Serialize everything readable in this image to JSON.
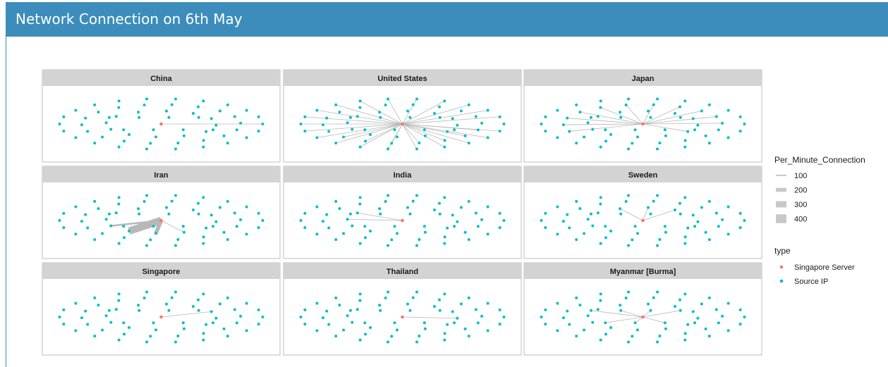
{
  "header": {
    "title": "Network Connection on 6th May"
  },
  "colors": {
    "header_bg": "#3c8dbc",
    "server": "#f8766d",
    "source": "#00bfc4",
    "edge": "#b8b8b8",
    "strip": "#d3d3d3",
    "panel_border": "#bdbdbd"
  },
  "chart_data": {
    "type": "network-facets",
    "facets": [
      "China",
      "United States",
      "Japan",
      "Iran",
      "India",
      "Sweden",
      "Singapore",
      "Thailand",
      "Myanmar [Burma]"
    ],
    "facet_edge_counts": [
      1,
      28,
      12,
      4,
      2,
      3,
      1,
      1,
      7
    ],
    "legend_size": {
      "title": "Per_Minute_Connection",
      "items": [
        {
          "label": "100",
          "value": 100
        },
        {
          "label": "200",
          "value": 200
        },
        {
          "label": "300",
          "value": 300
        },
        {
          "label": "400",
          "value": 400
        }
      ]
    },
    "legend_type": {
      "title": "type",
      "items": [
        {
          "label": "Singapore Server",
          "color": "#f8766d"
        },
        {
          "label": "Source IP",
          "color": "#00bfc4"
        }
      ]
    },
    "edges": {
      "China": [
        {
          "target": 0,
          "weight": 100
        }
      ],
      "United States": [
        {
          "target": 1,
          "weight": 100
        },
        {
          "target": 2,
          "weight": 100
        },
        {
          "target": 3,
          "weight": 100
        },
        {
          "target": 4,
          "weight": 100
        },
        {
          "target": 5,
          "weight": 100
        },
        {
          "target": 6,
          "weight": 100
        },
        {
          "target": 7,
          "weight": 100
        },
        {
          "target": 8,
          "weight": 100
        },
        {
          "target": 9,
          "weight": 100
        },
        {
          "target": 10,
          "weight": 100
        },
        {
          "target": 11,
          "weight": 100
        },
        {
          "target": 12,
          "weight": 100
        },
        {
          "target": 13,
          "weight": 100
        },
        {
          "target": 14,
          "weight": 100
        },
        {
          "target": 15,
          "weight": 100
        },
        {
          "target": 16,
          "weight": 100
        },
        {
          "target": 17,
          "weight": 100
        },
        {
          "target": 18,
          "weight": 100
        },
        {
          "target": 19,
          "weight": 100
        },
        {
          "target": 20,
          "weight": 100
        },
        {
          "target": 21,
          "weight": 100
        },
        {
          "target": 22,
          "weight": 100
        },
        {
          "target": 23,
          "weight": 100
        },
        {
          "target": 24,
          "weight": 100
        },
        {
          "target": 25,
          "weight": 100
        },
        {
          "target": 26,
          "weight": 100
        },
        {
          "target": 27,
          "weight": 100
        },
        {
          "target": 28,
          "weight": 100
        }
      ],
      "Japan": [
        {
          "target": 29,
          "weight": 100
        },
        {
          "target": 30,
          "weight": 100
        },
        {
          "target": 31,
          "weight": 100
        },
        {
          "target": 32,
          "weight": 100
        },
        {
          "target": 33,
          "weight": 100
        },
        {
          "target": 34,
          "weight": 100
        },
        {
          "target": 35,
          "weight": 100
        },
        {
          "target": 36,
          "weight": 100
        },
        {
          "target": 37,
          "weight": 100
        },
        {
          "target": 38,
          "weight": 100
        },
        {
          "target": 39,
          "weight": 100
        },
        {
          "target": 40,
          "weight": 100
        }
      ],
      "Iran": [
        {
          "target": 41,
          "weight": 100
        },
        {
          "target": 42,
          "weight": 250
        },
        {
          "target": 43,
          "weight": 400
        },
        {
          "target": 44,
          "weight": 150
        }
      ],
      "India": [
        {
          "target": 45,
          "weight": 100
        },
        {
          "target": 46,
          "weight": 100
        }
      ],
      "Sweden": [
        {
          "target": 47,
          "weight": 100
        },
        {
          "target": 48,
          "weight": 100
        },
        {
          "target": 49,
          "weight": 100
        }
      ],
      "Singapore": [
        {
          "target": 50,
          "weight": 100
        }
      ],
      "Thailand": [
        {
          "target": 51,
          "weight": 100
        }
      ],
      "Myanmar [Burma]": [
        {
          "target": 52,
          "weight": 100
        },
        {
          "target": 53,
          "weight": 100
        },
        {
          "target": 54,
          "weight": 100
        },
        {
          "target": 55,
          "weight": 100
        },
        {
          "target": 56,
          "weight": 100
        },
        {
          "target": 57,
          "weight": 100
        },
        {
          "target": 58,
          "weight": 100
        }
      ]
    }
  }
}
